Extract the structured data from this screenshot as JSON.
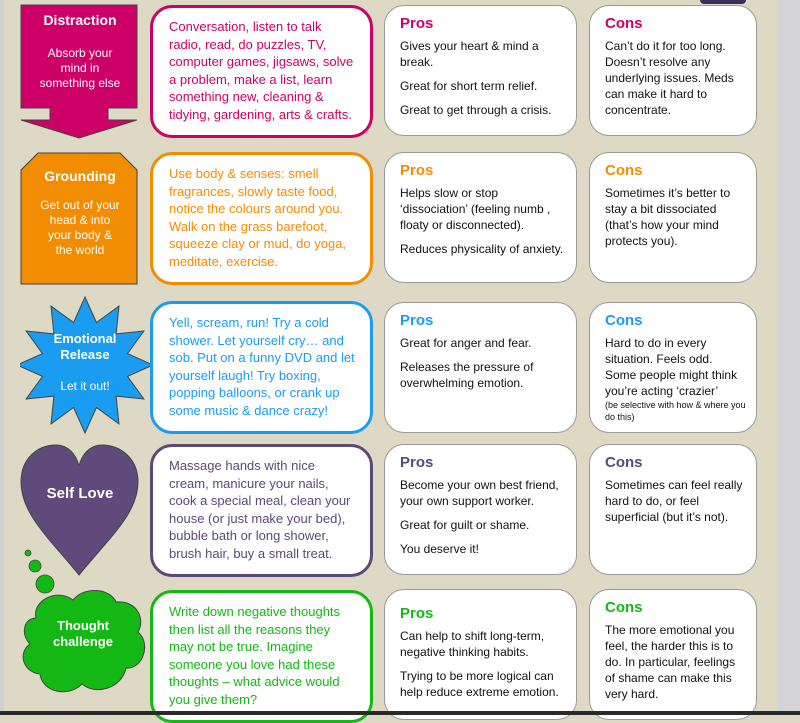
{
  "colors": {
    "distraction": "#cc0066",
    "grounding": "#f28c00",
    "emotional": "#1a9cf0",
    "selflove": "#5f4a7b",
    "thought": "#14b814"
  },
  "rows": [
    {
      "title": "Distraction",
      "subtitle": "Absorb your mind in something else",
      "icon": "arrow-down-box-icon",
      "activities": "Conversation, listen to talk radio, read, do puzzles, TV, computer games, jigsaws, solve a problem, make a list, learn something new, cleaning & tidying, gardening, arts & crafts.",
      "pros_title": "Pros",
      "pros": [
        "Gives your heart & mind a break.",
        "Great for short term relief.",
        "Great to get through a crisis."
      ],
      "cons_title": "Cons",
      "cons": [
        "Can’t do it for too long. Doesn’t resolve any underlying issues.  Meds can make it hard to concentrate."
      ]
    },
    {
      "title": "Grounding",
      "subtitle": "Get out of your head & into your body & the world",
      "icon": "octagon-icon",
      "activities": "Use body & senses: smell fragrances, slowly taste food, notice the colours around you. Walk on the grass barefoot, squeeze clay or mud, do yoga, meditate, exercise.",
      "pros_title": "Pros",
      "pros": [
        "Helps slow or stop ‘dissociation’ (feeling numb , floaty or disconnected).",
        "Reduces physicality of anxiety."
      ],
      "cons_title": "Cons",
      "cons": [
        "Sometimes it’s better to stay a bit dissociated (that’s how your mind protects you)."
      ]
    },
    {
      "title": "Emotional Release",
      "subtitle": "Let it out!",
      "icon": "starburst-icon",
      "activities": "Yell, scream, run!  Try a cold shower.  Let yourself cry… and sob.  Put on a funny DVD and let yourself laugh!  Try boxing, popping balloons, or crank up some music & dance crazy!",
      "pros_title": "Pros",
      "pros": [
        "Great for anger and fear.",
        "Releases the pressure of overwhelming emotion."
      ],
      "cons_title": "Cons",
      "cons": [
        "Hard to do in every situation.  Feels odd. Some people might think you’re acting ‘crazier’"
      ],
      "cons_note": "(be selective with how & where you do this)"
    },
    {
      "title": "Self Love",
      "subtitle": "",
      "icon": "heart-icon",
      "activities": "Massage hands with nice cream, manicure your nails, cook a special meal, clean your house (or just make your bed), bubble bath or long shower, brush hair, buy a small treat.",
      "pros_title": "Pros",
      "pros": [
        "Become your own best friend, your own support worker.",
        "Great for guilt or shame.",
        "You deserve it!"
      ],
      "cons_title": "Cons",
      "cons": [
        "Sometimes can feel really hard to do, or feel superficial (but it’s not)."
      ]
    },
    {
      "title": "Thought challenge",
      "subtitle": "",
      "icon": "thought-cloud-icon",
      "activities": "Write down negative thoughts then list all the reasons they may not be true.  Imagine someone you love had these thoughts – what advice would you give them?",
      "pros_title": "Pros",
      "pros": [
        "Can help to shift long-term, negative thinking habits.",
        "Trying to be more logical can help reduce extreme emotion."
      ],
      "cons_title": "Cons",
      "cons": [
        "The more emotional you feel, the harder this is to do.  In particular, feelings of shame can make this very hard."
      ]
    }
  ]
}
